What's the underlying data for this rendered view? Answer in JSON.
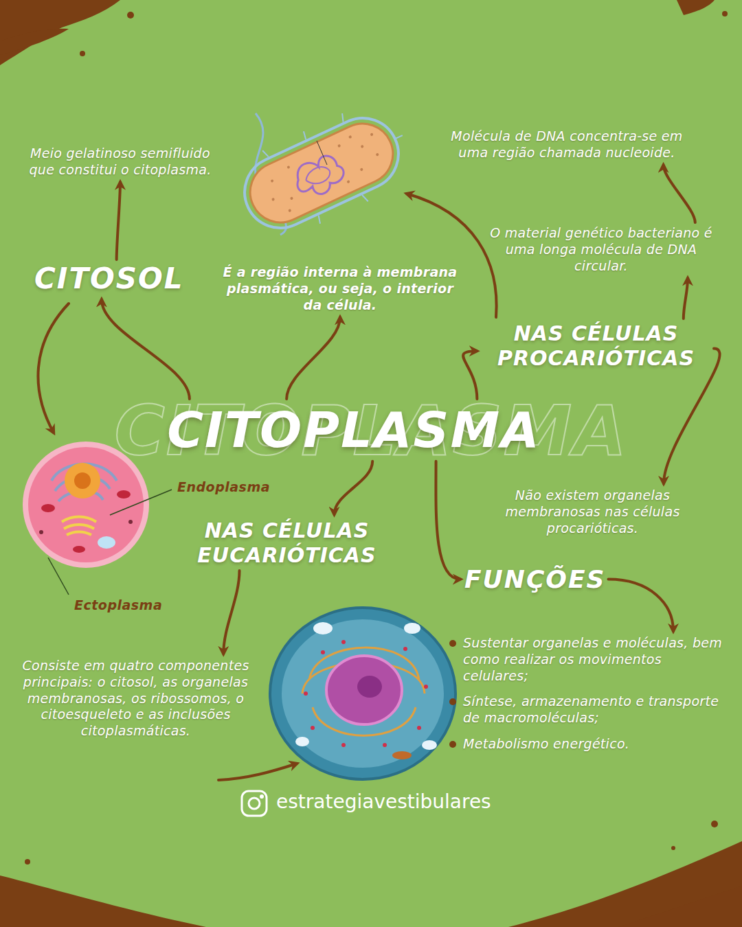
{
  "diagram": {
    "nodes": [
      {
        "text": [
          "Meio gelatinoso semifluido que constitui o citoplasma."
        ]
      },
      {
        "text": [
          "Molécula de DNA concentra-se em uma região chamada nucleoide."
        ]
      },
      {
        "text": [
          "O material genético bacteriano é uma longa molécula de DNA circular."
        ]
      },
      {
        "text": [
          "CITOSOL"
        ]
      },
      {
        "text": [
          "É a região interna à membrana plasmática, ou seja, o interior da célula."
        ]
      },
      {
        "text": [
          "NAS CÉLULAS PROCARIÓTICAS"
        ]
      },
      {
        "text": [
          "CITOPLASMA"
        ]
      },
      {
        "text": [
          "Não existem organelas membranosas nas células procarióticas."
        ]
      },
      {
        "text": [
          "NAS CÉLULAS EUCARIÓTICAS"
        ]
      },
      {
        "text": [
          "FUNÇÕES"
        ]
      },
      {
        "text": [
          "Consiste em quatro componentes principais: o citosol, as organelas membranosas, os ribossomos, o citoesqueleto e as inclusões citoplasmáticas."
        ]
      },
      {
        "text": [
          "Sustentar organelas e moléculas, bem como realizar os movimentos celulares;",
          "Síntese, armazenamento e transporte de macromoléculas;",
          "Metabolismo energético."
        ]
      }
    ],
    "edges": [
      {
        "from": 6,
        "to": 3,
        "arrow": "to"
      },
      {
        "from": 3,
        "to": 0,
        "arrow": "to"
      },
      {
        "from": 6,
        "to": 4,
        "arrow": "to"
      },
      {
        "from": 6,
        "to": 5,
        "arrow": "to"
      },
      {
        "from": 5,
        "to": 2,
        "arrow": "to"
      },
      {
        "from": 2,
        "to": 1,
        "arrow": "to"
      },
      {
        "from": 5,
        "to": 7,
        "arrow": "to"
      },
      {
        "from": 6,
        "to": 8,
        "arrow": "to"
      },
      {
        "from": 6,
        "to": 9,
        "arrow": "to"
      },
      {
        "from": 8,
        "to": 10,
        "arrow": "to"
      },
      {
        "from": 9,
        "to": 11,
        "arrow": "to"
      }
    ],
    "labels": [
      "CITOPLASMA",
      "Endoplasma",
      "Ectoplasma",
      "estrategiavestibulares"
    ]
  }
}
